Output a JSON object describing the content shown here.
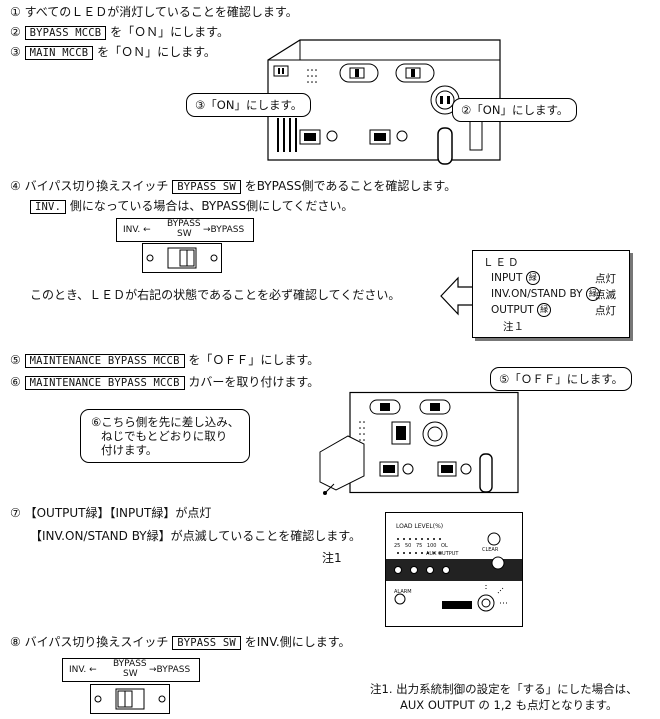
{
  "steps": {
    "s1": {
      "num": "①",
      "text": "すべてのＬＥＤが消灯していることを確認します。"
    },
    "s2": {
      "num": "②",
      "box": "BYPASS MCCB",
      "text": "を「ＯＮ」にします。"
    },
    "s3": {
      "num": "③",
      "box": "MAIN MCCB",
      "text": "を「ＯＮ」にします。"
    },
    "s4": {
      "num": "④",
      "pre": "バイパス切り換えスイッチ",
      "box": "BYPASS SW",
      "text": "をBYPASS側であることを確認します。"
    },
    "s4b": {
      "box": "INV.",
      "text": "側になっている場合は、BYPASS側にしてください。"
    },
    "s4c": {
      "text": "このとき、ＬＥＤが右記の状態であることを必ず確認してください。"
    },
    "s5": {
      "num": "⑤",
      "box": "MAINTENANCE BYPASS MCCB",
      "text": "を「ＯＦＦ」にします。"
    },
    "s6": {
      "num": "⑥",
      "box": "MAINTENANCE BYPASS MCCB",
      "text": "カバーを取り付けます。"
    },
    "s7": {
      "num": "⑦",
      "text": "【OUTPUT緑】【INPUT緑】が点灯"
    },
    "s7b": {
      "text": "【INV.ON/STAND BY緑】が点滅していることを確認します。"
    },
    "s7c": {
      "text": "注1"
    },
    "s8": {
      "num": "⑧",
      "pre": "バイパス切り換えスイッチ",
      "box": "BYPASS SW",
      "text": "をINV.側にします。"
    }
  },
  "callouts": {
    "c3": "③「ON」にします。",
    "c2": "②「ON」にします。",
    "c5": "⑤「ＯＦＦ」にします。",
    "c6a": "⑥こちら側を先に差し込み、",
    "c6b": "ねじでもとどおりに取り",
    "c6c": "付けます。"
  },
  "switch": {
    "left": "INV. ←",
    "top": "BYPASS",
    "bottom": "SW",
    "right": "→BYPASS"
  },
  "led": {
    "title": "ＬＥＤ",
    "rows": [
      {
        "label": "INPUT",
        "mark": "緑",
        "state": "点灯"
      },
      {
        "label": "INV.ON/STAND BY",
        "mark": "緑",
        "state": "点滅"
      },
      {
        "label": "OUTPUT",
        "mark": "緑",
        "state": "点灯"
      }
    ],
    "note": "注１"
  },
  "footnote": {
    "line1": "注1. 出力系統制御の設定を「する」にした場合は、",
    "line2": "AUX OUTPUT の 1,2 も点灯となります。"
  },
  "panel": {
    "load_level": "LOAD LEVEL(%)",
    "ticks": [
      "25",
      "50",
      "75",
      "100",
      "OL"
    ],
    "labels": [
      "AUX",
      "OUTPUT"
    ],
    "alarm": "ALARM",
    "clear": "CLEAR"
  }
}
